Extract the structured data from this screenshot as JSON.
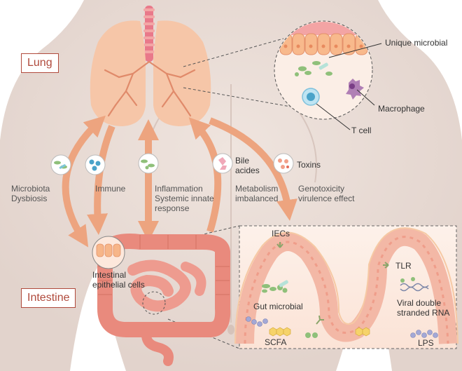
{
  "organs": {
    "lung": "Lung",
    "intestine": "Intestine"
  },
  "lung_inset": {
    "unique_microbial": "Unique microbial",
    "macrophage": "Macrophage",
    "t_cell": "T cell"
  },
  "pathways": {
    "microbiota": [
      "Microbiota",
      "Dysbiosis"
    ],
    "immune": "Immune",
    "inflammation": [
      "Inflammation",
      "Systemic innate",
      "response"
    ],
    "bile": [
      "Bile",
      "acides"
    ],
    "metabolism": [
      "Metabolism",
      "imbalanced"
    ],
    "toxins": "Toxins",
    "genotoxicity": [
      "Genotoxicity",
      "virulence effect"
    ]
  },
  "intestine_inset": {
    "iecs": "IECs",
    "tlr": "TLR",
    "gut_microbial": "Gut microbial",
    "viral_rna": [
      "Viral double",
      "stranded RNA"
    ],
    "scfa": "SCFA",
    "lps": "LPS"
  },
  "intestinal_cells": [
    "Intestinal",
    "epithelial cells"
  ],
  "colors": {
    "arrow": "#eda47f",
    "lung_fill": "#f6c6a8",
    "trachea": "#e9798a",
    "intestine": "#e98a7d",
    "label_border": "#b04a3c",
    "body": "#e8dcd6"
  }
}
